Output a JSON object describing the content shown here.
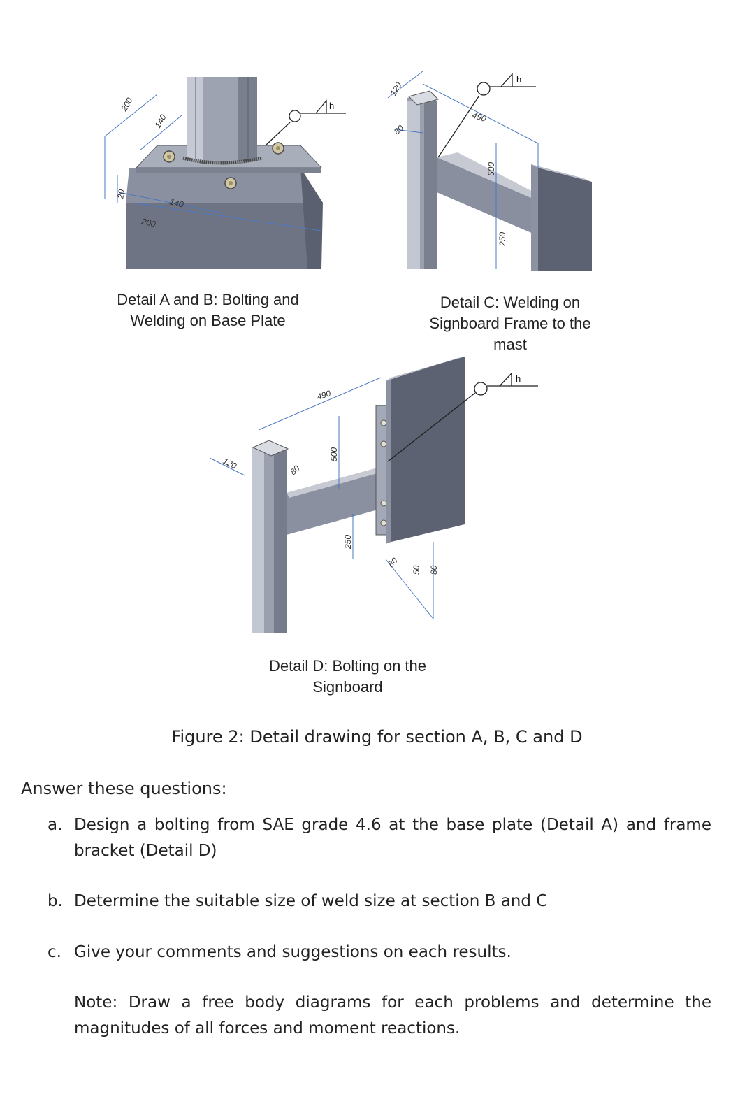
{
  "details": {
    "ab": {
      "caption_line1": "Detail A and B: Bolting and",
      "caption_line2": "Welding on Base Plate",
      "dims": [
        "200",
        "140",
        "20",
        "140",
        "200"
      ],
      "weld_symbol": "h"
    },
    "c": {
      "caption_line1": "Detail C: Welding on",
      "caption_line2": "Signboard Frame to the",
      "caption_line3": "mast",
      "dims": [
        "120",
        "80",
        "490",
        "500",
        "250"
      ],
      "weld_symbol": "h"
    },
    "d": {
      "caption_line1": "Detail D: Bolting on the",
      "caption_line2": "Signboard",
      "dims": [
        "490",
        "120",
        "80",
        "500",
        "250",
        "80",
        "50",
        "80"
      ],
      "weld_symbol": "h"
    }
  },
  "figure_caption": "Figure 2: Detail drawing for section A, B, C and D",
  "intro": "Answer these questions:",
  "questions": [
    {
      "marker": "a.",
      "text": "Design a bolting from SAE grade 4.6 at the base plate (Detail A) and frame bracket (Detail D)"
    },
    {
      "marker": "b.",
      "text": "Determine the suitable size of weld size at section B and C"
    },
    {
      "marker": "c.",
      "text": "Give your comments and suggestions on each results."
    }
  ],
  "note": "Note: Draw a free body diagrams for each problems and determine the magnitudes of all forces and moment reactions."
}
